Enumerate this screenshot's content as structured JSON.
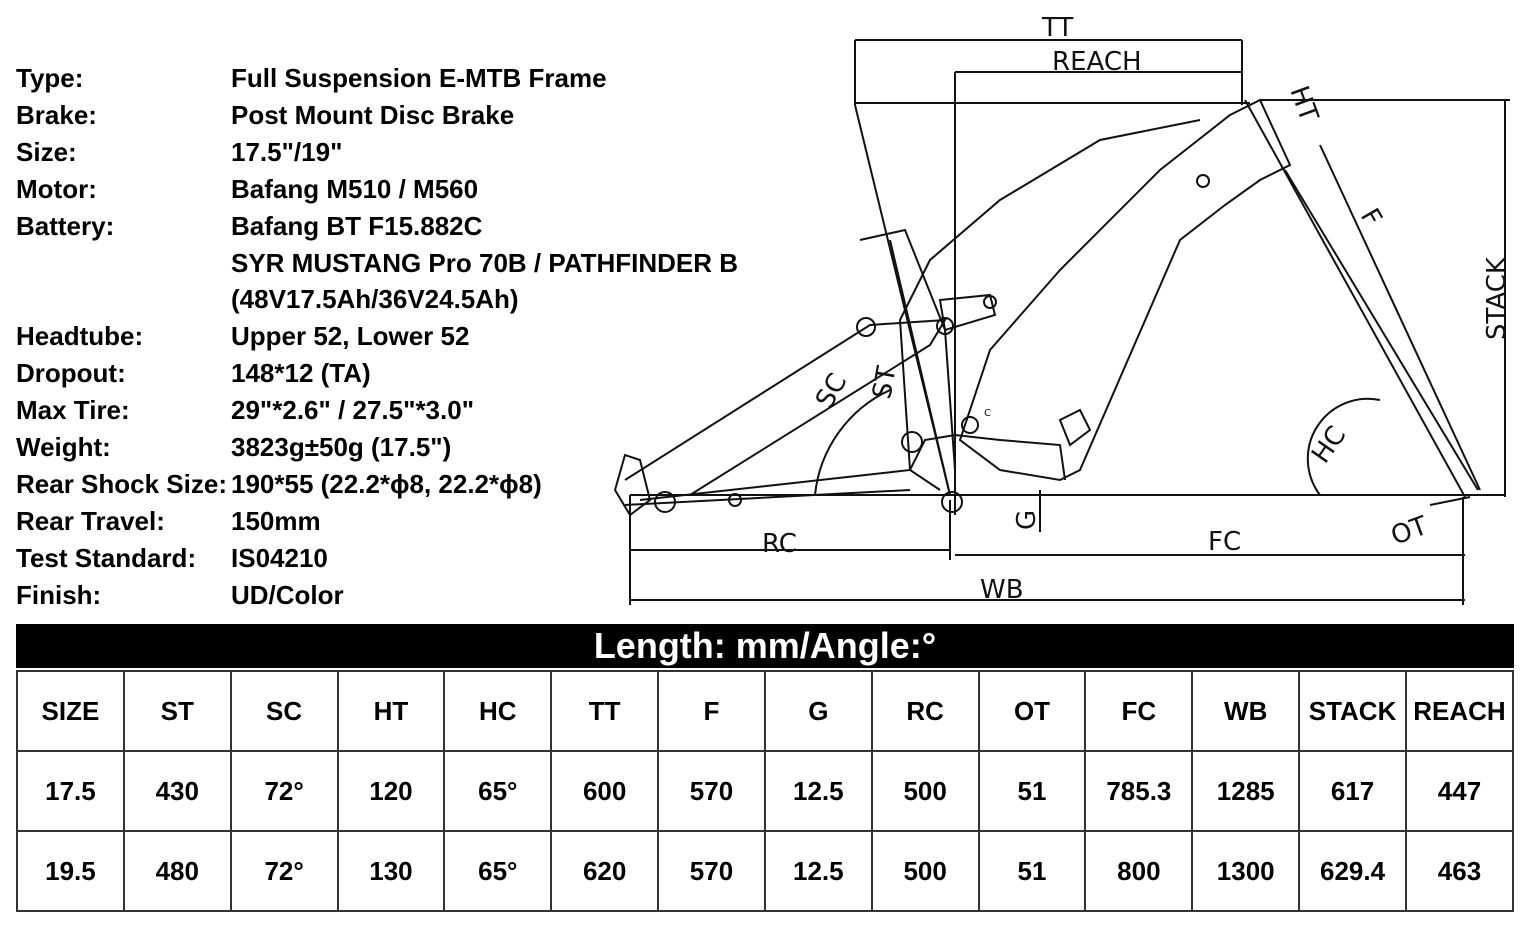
{
  "specs": [
    {
      "label": "Type:",
      "value": "Full Suspension E-MTB Frame"
    },
    {
      "label": "Brake:",
      "value": "Post Mount Disc Brake"
    },
    {
      "label": "Size:",
      "value": "17.5\"/19\""
    },
    {
      "label": "Motor:",
      "value": "Bafang M510 / M560"
    },
    {
      "label": "Battery:",
      "value": "Bafang BT F15.882C"
    },
    {
      "label": "",
      "value": "SYR MUSTANG Pro 70B / PATHFINDER B"
    },
    {
      "label": "",
      "value": "(48V17.5Ah/36V24.5Ah)"
    },
    {
      "label": "Headtube:",
      "value": "Upper 52, Lower 52"
    },
    {
      "label": "Dropout:",
      "value": "148*12 (TA)"
    },
    {
      "label": "Max Tire:",
      "value": "29\"*2.6\" / 27.5\"*3.0\""
    },
    {
      "label": "Weight:",
      "value": "3823g±50g (17.5\")"
    },
    {
      "label": "Rear Shock Size:",
      "value": "190*55 (22.2*ϕ8, 22.2*ϕ8)"
    },
    {
      "label": "Rear Travel:",
      "value": "150mm"
    },
    {
      "label": "Test Standard:",
      "value": "IS04210"
    },
    {
      "label": "Finish:",
      "value": "UD/Color"
    }
  ],
  "diagram": {
    "labels": {
      "tt": "TT",
      "reach": "REACH",
      "ht": "HT",
      "f": "F",
      "stack": "STACK",
      "sc": "SC",
      "st": "ST",
      "hc": "HC",
      "g": "G",
      "rc": "RC",
      "fc": "FC",
      "ot": "OT",
      "wb": "WB",
      "c": "C"
    }
  },
  "table": {
    "title": "Length: mm/Angle:°",
    "columns": [
      "SIZE",
      "ST",
      "SC",
      "HT",
      "HC",
      "TT",
      "F",
      "G",
      "RC",
      "OT",
      "FC",
      "WB",
      "STACK",
      "REACH"
    ],
    "rows": [
      [
        "17.5",
        "430",
        "72°",
        "120",
        "65°",
        "600",
        "570",
        "12.5",
        "500",
        "51",
        "785.3",
        "1285",
        "617",
        "447"
      ],
      [
        "19.5",
        "480",
        "72°",
        "130",
        "65°",
        "620",
        "570",
        "12.5",
        "500",
        "51",
        "800",
        "1300",
        "629.4",
        "463"
      ]
    ]
  }
}
